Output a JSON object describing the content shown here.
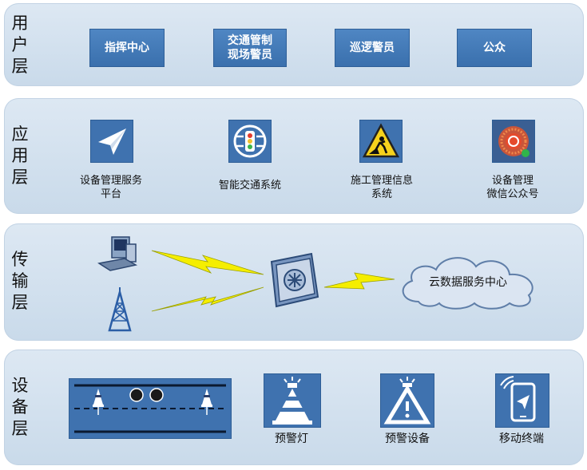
{
  "layers": {
    "user": {
      "label": "用\n户\n层",
      "items": [
        "指挥中心",
        "交通管制\n现场警员",
        "巡逻警员",
        "公众"
      ]
    },
    "application": {
      "label": "应\n用\n层",
      "items": [
        {
          "label": "设备管理服务\n平台",
          "icon": "paper-plane-icon"
        },
        {
          "label": "智能交通系统",
          "icon": "traffic-light-icon"
        },
        {
          "label": "施工管理信息\n系统",
          "icon": "road-work-sign-icon"
        },
        {
          "label": "设备管理\n微信公众号",
          "icon": "wechat-qr-icon"
        }
      ]
    },
    "transport": {
      "label": "传\n输\n层",
      "cloud_label": "云数据服务中心"
    },
    "device": {
      "label": "设\n备\n层",
      "items": [
        {
          "label": "预警灯",
          "icon": "warning-light-icon"
        },
        {
          "label": "预警设备",
          "icon": "warning-device-icon"
        },
        {
          "label": "移动终端",
          "icon": "mobile-terminal-icon"
        }
      ]
    }
  },
  "colors": {
    "layer_bg": "#d3e1ef",
    "button_blue": "#4279b8",
    "lightning": "#f5ee00"
  }
}
